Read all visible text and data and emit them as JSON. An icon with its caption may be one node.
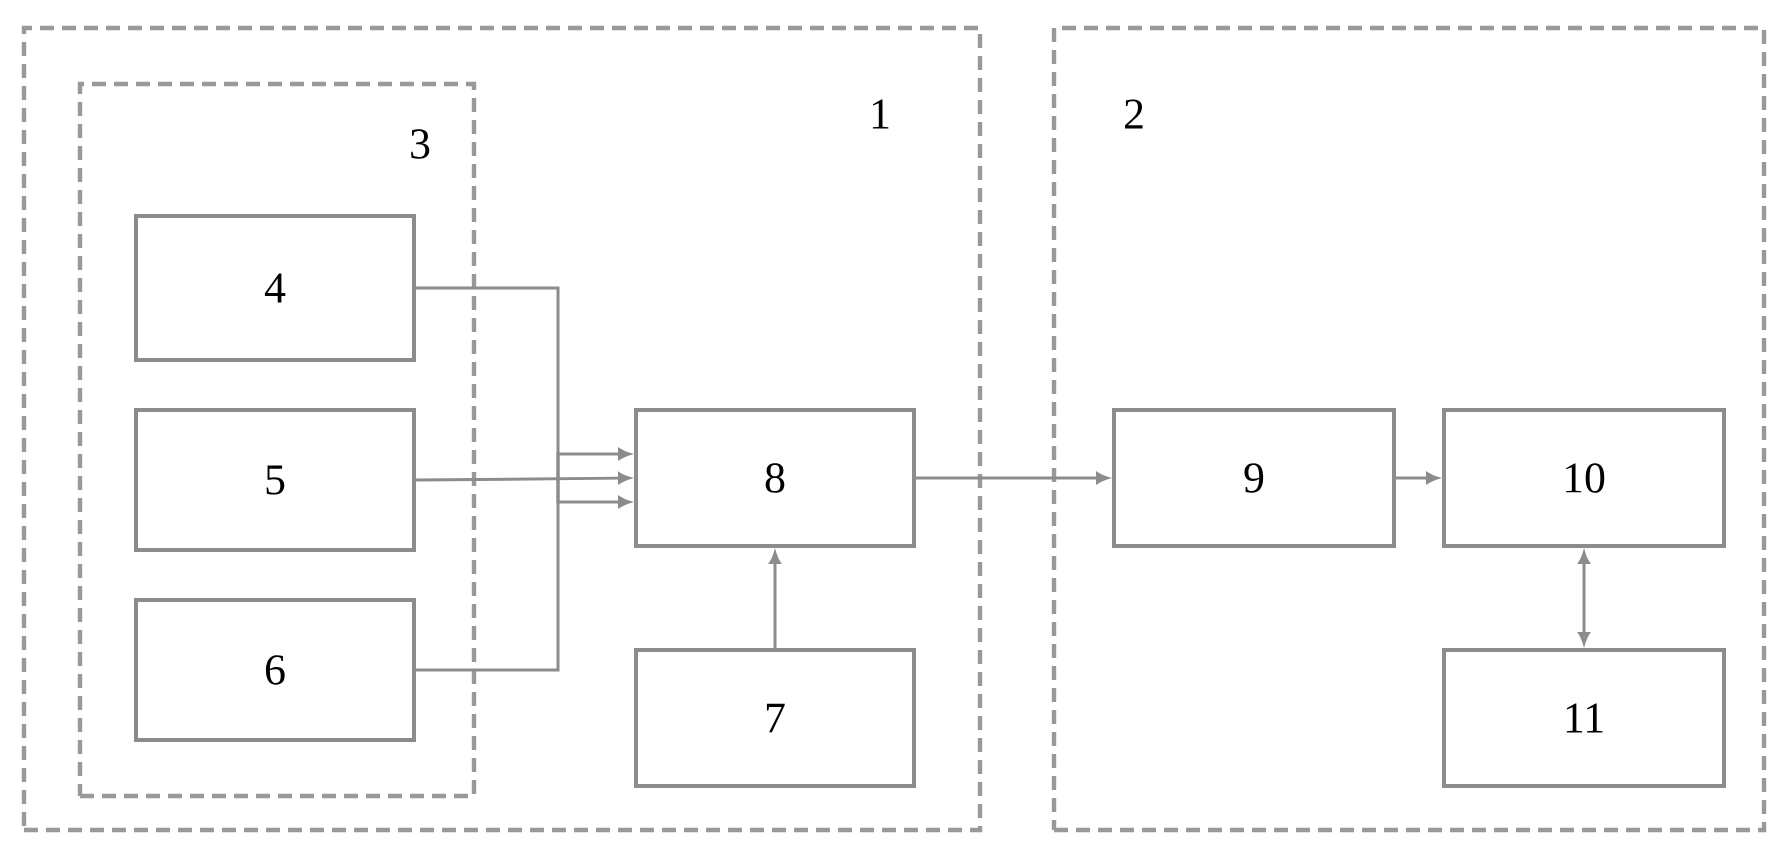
{
  "diagram": {
    "nodes": [
      {
        "text": [
          "1"
        ]
      },
      {
        "text": [
          "3"
        ],
        "in": 0
      },
      {
        "text": [
          "4"
        ],
        "in": 1
      },
      {
        "text": [
          "5"
        ],
        "in": 1
      },
      {
        "text": [
          "6"
        ],
        "in": 1
      },
      {
        "text": [
          "8"
        ],
        "in": 0
      },
      {
        "text": [
          "7"
        ],
        "in": 0
      },
      {
        "text": [
          "2"
        ]
      },
      {
        "text": [
          "9"
        ],
        "in": 7
      },
      {
        "text": [
          "10"
        ],
        "in": 7
      },
      {
        "text": [
          "11"
        ],
        "in": 7
      }
    ],
    "edges": [
      {
        "from": 2,
        "to": 5,
        "arrow": "to"
      },
      {
        "from": 3,
        "to": 5,
        "arrow": "to"
      },
      {
        "from": 4,
        "to": 5,
        "arrow": "to"
      },
      {
        "from": 6,
        "to": 5,
        "arrow": "to"
      },
      {
        "from": 5,
        "to": 8,
        "arrow": "to"
      },
      {
        "from": 8,
        "to": 9,
        "arrow": "to"
      },
      {
        "from": 9,
        "to": 10,
        "arrow": "both"
      }
    ]
  }
}
